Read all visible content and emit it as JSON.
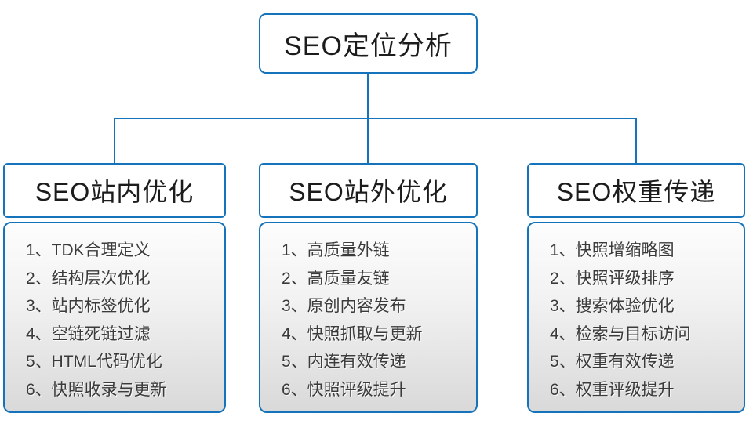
{
  "root": {
    "title": "SEO定位分析"
  },
  "columns": [
    {
      "header": "SEO站内优化",
      "items": [
        "1、TDK合理定义",
        "2、结构层次优化",
        "3、站内标签优化",
        "4、空链死链过滤",
        "5、HTML代码优化",
        "6、快照收录与更新"
      ]
    },
    {
      "header": "SEO站外优化",
      "items": [
        "1、高质量外链",
        "2、高质量友链",
        "3、原创内容发布",
        "4、快照抓取与更新",
        "5、内连有效传递",
        "6、快照评级提升"
      ]
    },
    {
      "header": "SEO权重传递",
      "items": [
        "1、快照增缩略图",
        "2、快照评级排序",
        "3、搜索体验优化",
        "4、检索与目标访问",
        "5、权重有效传递",
        "6、权重评级提升"
      ]
    }
  ],
  "colors": {
    "accent_blue": "#1473ba",
    "list_gradient_top": "#fdfdfd",
    "list_gradient_bottom": "#d9d9d9",
    "text": "#1c1c1c"
  }
}
